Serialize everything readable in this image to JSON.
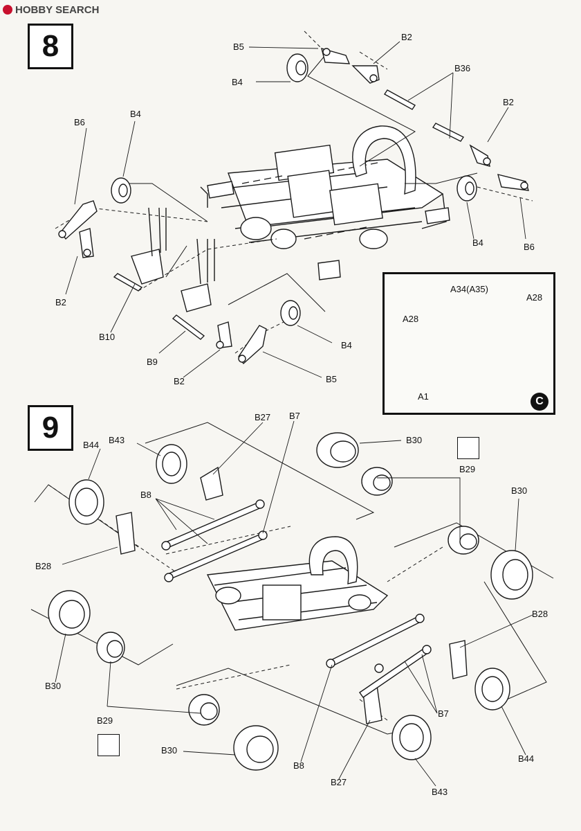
{
  "watermark": {
    "brand": "HOBBY SEARCH"
  },
  "steps": {
    "step8": "8",
    "step9": "9"
  },
  "inset": {
    "badge": "C"
  },
  "icons": {
    "glue_step9_right": "cement-icon",
    "glue_step9_left": "cement-icon"
  },
  "labels": {
    "s8_B5": "B5",
    "s8_B2_top": "B2",
    "s8_B4_top": "B4",
    "s8_B36": "B36",
    "s8_B2_right": "B2",
    "s8_B6_left": "B6",
    "s8_B4_left": "B4",
    "s8_B4_right": "B4",
    "s8_B6_right": "B6",
    "s8_B2_left": "B2",
    "s8_B10": "B10",
    "s8_B9": "B9",
    "s8_B4_bottom": "B4",
    "s8_B2_bottom": "B2",
    "s8_B5_bottom": "B5",
    "c_A34": "A34(A35)",
    "c_A28_right": "A28",
    "c_A28_left": "A28",
    "c_A1": "A1",
    "s9_B27_top": "B27",
    "s9_B7_top": "B7",
    "s9_B44_left": "B44",
    "s9_B43_top": "B43",
    "s9_B30_top": "B30",
    "s9_B29_top": "B29",
    "s9_B8_top": "B8",
    "s9_B30_right": "B30",
    "s9_B28_left": "B28",
    "s9_B28_right": "B28",
    "s9_B30_left": "B30",
    "s9_B29_left": "B29",
    "s9_B7_bottom": "B7",
    "s9_B30_bottom": "B30",
    "s9_B8_bottom": "B8",
    "s9_B44_right": "B44",
    "s9_B27_bottom": "B27",
    "s9_B43_bottom": "B43"
  }
}
